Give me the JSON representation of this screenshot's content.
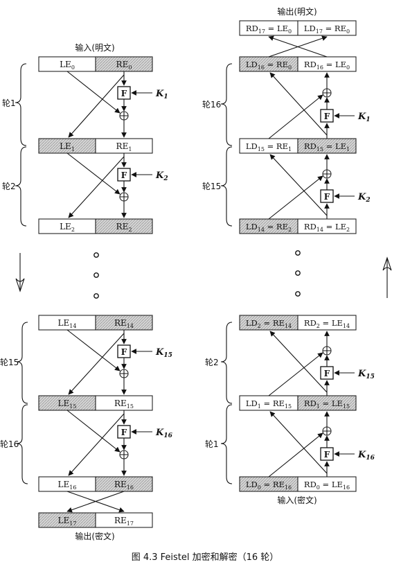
{
  "colors": {
    "ink": "#111111",
    "shade": "#c9c9c9",
    "background": "#ffffff"
  },
  "caption": "图 4.3   Feistel 加密和解密（16 轮）",
  "encryption": {
    "input_label": "输入(明文)",
    "output_label": "输出(密文)",
    "rows": {
      "r0": {
        "left": [
          "LE",
          "0"
        ],
        "right": [
          "RE",
          "0"
        ]
      },
      "r1": {
        "left": [
          "LE",
          "1"
        ],
        "right": [
          "RE",
          "1"
        ]
      },
      "r2": {
        "left": [
          "LE",
          "2"
        ],
        "right": [
          "RE",
          "2"
        ]
      },
      "r14": {
        "left": [
          "LE",
          "14"
        ],
        "right": [
          "RE",
          "14"
        ]
      },
      "r15": {
        "left": [
          "LE",
          "15"
        ],
        "right": [
          "RE",
          "15"
        ]
      },
      "r16": {
        "left": [
          "LE",
          "16"
        ],
        "right": [
          "RE",
          "16"
        ]
      },
      "r17": {
        "left": [
          "LE",
          "17"
        ],
        "right": [
          "RE",
          "17"
        ]
      }
    },
    "rounds": {
      "a": {
        "label": "轮1",
        "key": [
          "K",
          "1"
        ]
      },
      "b": {
        "label": "轮2",
        "key": [
          "K",
          "2"
        ]
      },
      "c": {
        "label": "轮15",
        "key": [
          "K",
          "15"
        ]
      },
      "d": {
        "label": "轮16",
        "key": [
          "K",
          "16"
        ]
      }
    }
  },
  "decryption": {
    "input_label": "输入(密文)",
    "output_label": "输出(明文)",
    "rows": {
      "r17": {
        "left": [
          "RD",
          "17",
          "LE",
          "0"
        ],
        "right": [
          "LD",
          "17",
          "RE",
          "0"
        ]
      },
      "r16": {
        "left": [
          "LD",
          "16",
          "RE",
          "0"
        ],
        "right": [
          "RD",
          "16",
          "LE",
          "0"
        ]
      },
      "r15": {
        "left": [
          "LD",
          "15",
          "RE",
          "1"
        ],
        "right": [
          "RD",
          "15",
          "LE",
          "1"
        ]
      },
      "r14": {
        "left": [
          "LD",
          "14",
          "RE",
          "2"
        ],
        "right": [
          "RD",
          "14",
          "LE",
          "2"
        ]
      },
      "r2": {
        "left": [
          "LD",
          "2",
          "RE",
          "14"
        ],
        "right": [
          "RD",
          "2",
          "LE",
          "14"
        ]
      },
      "r1": {
        "left": [
          "LD",
          "1",
          "RE",
          "15"
        ],
        "right": [
          "RD",
          "1",
          "LE",
          "15"
        ]
      },
      "r0": {
        "left": [
          "LD",
          "0",
          "RE",
          "16"
        ],
        "right": [
          "RD",
          "0",
          "LE",
          "16"
        ]
      }
    },
    "rounds": {
      "a": {
        "label": "轮16",
        "key": [
          "K",
          "1"
        ]
      },
      "b": {
        "label": "轮15",
        "key": [
          "K",
          "2"
        ]
      },
      "c": {
        "label": "轮2",
        "key": [
          "K",
          "15"
        ]
      },
      "d": {
        "label": "轮1",
        "key": [
          "K",
          "16"
        ]
      }
    }
  },
  "function_label": "F"
}
